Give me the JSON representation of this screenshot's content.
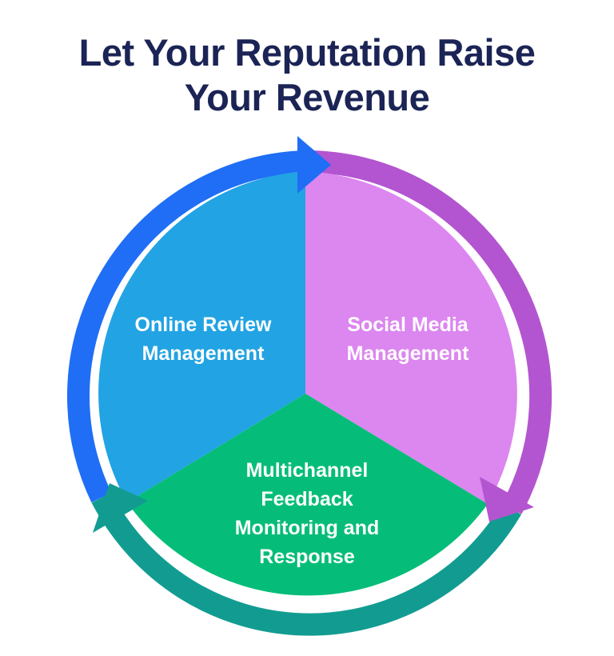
{
  "title": {
    "line1": "Let Your Reputation Raise",
    "line2": "Your Revenue"
  },
  "segments": [
    {
      "lines": [
        "Online Review",
        "Management"
      ],
      "color": "#22a3e3"
    },
    {
      "lines": [
        "Social Media",
        "Management"
      ],
      "color": "#dc86f0"
    },
    {
      "lines": [
        "Multichannel",
        "Feedback",
        "Monitoring and",
        "Response"
      ],
      "color": "#05bd78"
    }
  ],
  "arrows": [
    {
      "name": "blue-arrow",
      "color": "#1f6ef5"
    },
    {
      "name": "purple-arrow",
      "color": "#b355d0"
    },
    {
      "name": "teal-arrow",
      "color": "#129c91"
    }
  ]
}
